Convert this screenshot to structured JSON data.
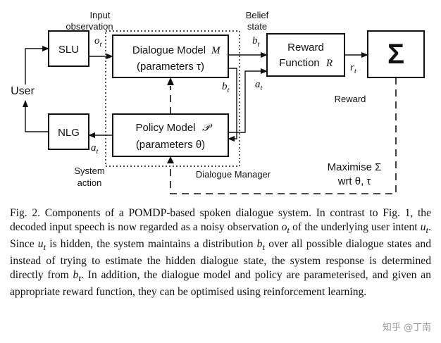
{
  "diagram": {
    "nodes": {
      "slu": "SLU",
      "nlg": "NLG",
      "user": "User",
      "dialogue_model_line1": "Dialogue Model",
      "dialogue_model_sym": "M",
      "dialogue_model_line2": "(parameters τ)",
      "policy_model_line1": "Policy Model",
      "policy_model_sym": "𝒫",
      "policy_model_line2": "(parameters θ)",
      "reward_line1": "Reward",
      "reward_line2": "Function",
      "reward_sym": "R",
      "sigma": "Σ"
    },
    "labels": {
      "input_obs_line1": "Input",
      "input_obs_line2": "observation",
      "belief_line1": "Belief",
      "belief_line2": "state",
      "reward": "Reward",
      "system_action_line1": "System",
      "system_action_line2": "action",
      "dialogue_manager": "Dialogue Manager",
      "maximise_line1": "Maximise Σ",
      "maximise_line2": "wrt θ, τ"
    },
    "symbols": {
      "o_t": "o",
      "b_t_top": "b",
      "b_t_mid": "b",
      "a_t_right": "a",
      "a_t_left": "a",
      "r_t": "r",
      "sub_t": "t"
    }
  },
  "caption": {
    "prefix": "Fig. 2.   Components of a POMDP-based spoken dialogue system. In contrast to Fig. 1, the decoded input speech is now regarded as a noisy observation ",
    "o": "o",
    "o_sub": "t",
    "mid1": " of the underlying user intent ",
    "u1": "u",
    "u1_sub": "t",
    "mid2": ". Since ",
    "u2": "u",
    "u2_sub": "t",
    "mid3": " is hidden, the system maintains a distribution ",
    "b1": "b",
    "b1_sub": "t",
    "mid4": " over all possible dialogue states and instead of trying to estimate the hidden dialogue state, the system response is determined directly from ",
    "b2": "b",
    "b2_sub": "t",
    "suffix": ". In addition, the dialogue model and policy are parameterised, and given an appropriate reward function, they can be optimised using reinforcement learning."
  },
  "watermark": "知乎 @丁南"
}
